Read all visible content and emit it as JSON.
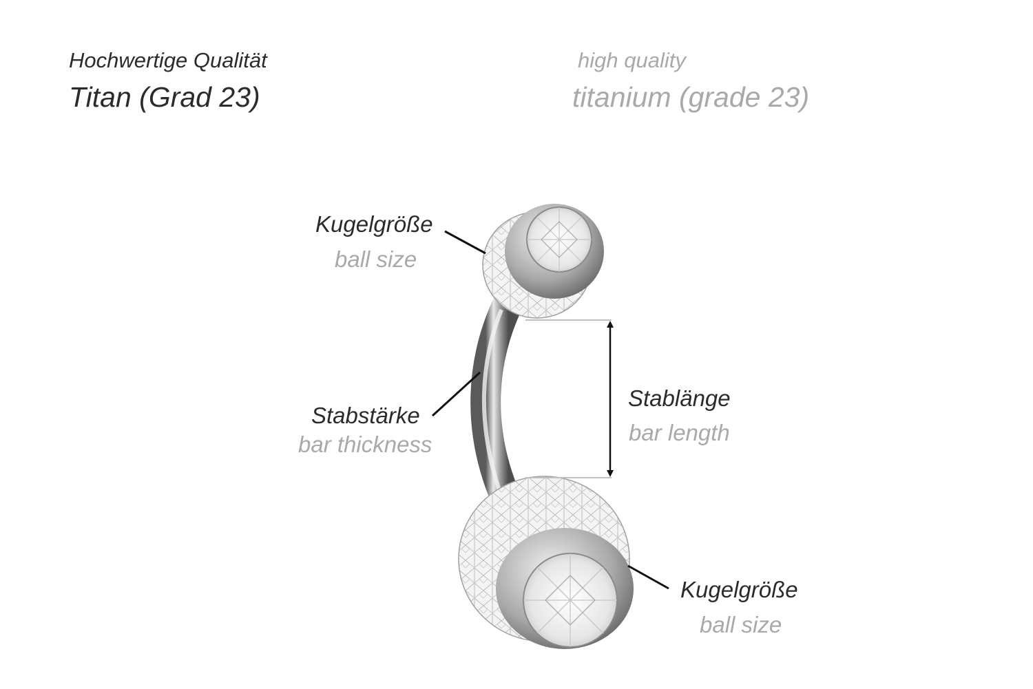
{
  "header": {
    "de_quality": "Hochwertige Qualität",
    "de_material": "Titan (Grad 23)",
    "en_quality": "high quality",
    "en_material": "titanium (grade 23)"
  },
  "labels": {
    "top_ball": {
      "de": "Kugelgröße",
      "en": "ball size"
    },
    "bar_thickness": {
      "de": "Stabstärke",
      "en": "bar thickness"
    },
    "bar_length": {
      "de": "Stablänge",
      "en": "bar length"
    },
    "bottom_ball": {
      "de": "Kugelgröße",
      "en": "ball size"
    }
  },
  "colors": {
    "primary_text": "#2b2b2b",
    "secondary_text": "#a9a9a9",
    "metal": "#9a9a9a",
    "crystal": "#f2f2f2"
  }
}
